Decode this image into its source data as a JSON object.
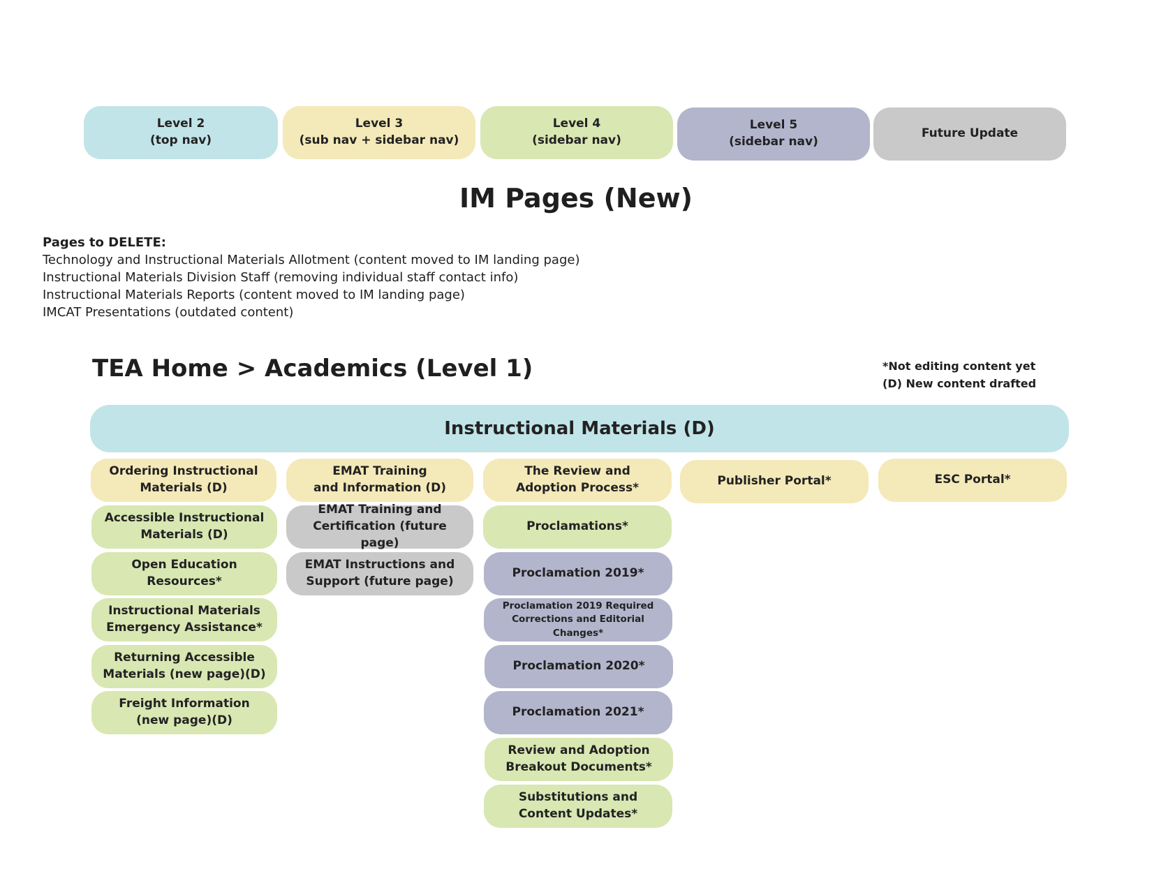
{
  "legend": [
    {
      "text": "Level 2\n(top nav)",
      "level": "Level 2",
      "color": "#c1e4e8"
    },
    {
      "text": "Level 3\n(sub nav + sidebar nav)",
      "level": "Level 3",
      "color": "#f4e9b8"
    },
    {
      "text": "Level 4\n(sidebar nav)",
      "level": "Level 4",
      "color": "#d9e7b3"
    },
    {
      "text": "Level 5\n(sidebar nav)",
      "level": "Level 5",
      "color": "#b3b5cc"
    },
    {
      "text": "Future Update",
      "level": "Future Update",
      "color": "#c9c9c9"
    }
  ],
  "title": "IM Pages (New)",
  "delete_section": {
    "heading": "Pages to DELETE:",
    "items": [
      "Technology and Instructional Materials Allotment (content moved to IM landing page)",
      "Instructional Materials Division Staff (removing individual staff contact info)",
      "Instructional Materials Reports (content moved to IM landing page)",
      "IMCAT Presentations (outdated content)"
    ]
  },
  "breadcrumb": "TEA Home > Academics (Level 1)",
  "notes": [
    "*Not editing content yet",
    "(D) New content drafted"
  ],
  "main": {
    "label": "Instructional Materials (D)",
    "level": "Level 2"
  },
  "columns": [
    {
      "header": {
        "label": "Ordering Instructional\nMaterials (D)",
        "level": "Level 3"
      },
      "children": [
        {
          "label": "Accessible Instructional\nMaterials (D)",
          "level": "Level 4"
        },
        {
          "label": "Open Education Resources*",
          "level": "Level 4"
        },
        {
          "label": "Instructional Materials\nEmergency Assistance*",
          "level": "Level 4"
        },
        {
          "label": "Returning Accessible\nMaterials (new page)(D)",
          "level": "Level 4"
        },
        {
          "label": "Freight Information\n(new page)(D)",
          "level": "Level 4"
        }
      ]
    },
    {
      "header": {
        "label": "EMAT Training\nand Information (D)",
        "level": "Level 3"
      },
      "children": [
        {
          "label": "EMAT Training and\nCertification (future page)",
          "level": "Future Update"
        },
        {
          "label": "EMAT Instructions and\nSupport (future page)",
          "level": "Future Update"
        }
      ]
    },
    {
      "header": {
        "label": "The Review and\nAdoption Process*",
        "level": "Level 3"
      },
      "children": [
        {
          "label": "Proclamations*",
          "level": "Level 4"
        },
        {
          "label": "Proclamation 2019*",
          "level": "Level 5"
        },
        {
          "label": "Proclamation 2019 Required\nCorrections and Editorial Changes*",
          "level": "Level 5",
          "small": true
        },
        {
          "label": "Proclamation 2020*",
          "level": "Level 5"
        },
        {
          "label": "Proclamation 2021*",
          "level": "Level 5"
        },
        {
          "label": "Review and Adoption\nBreakout Documents*",
          "level": "Level 4"
        },
        {
          "label": "Substitutions and\nContent Updates*",
          "level": "Level 4"
        }
      ]
    },
    {
      "header": {
        "label": "Publisher Portal*",
        "level": "Level 3"
      },
      "children": []
    },
    {
      "header": {
        "label": "ESC Portal*",
        "level": "Level 3"
      },
      "children": []
    }
  ]
}
